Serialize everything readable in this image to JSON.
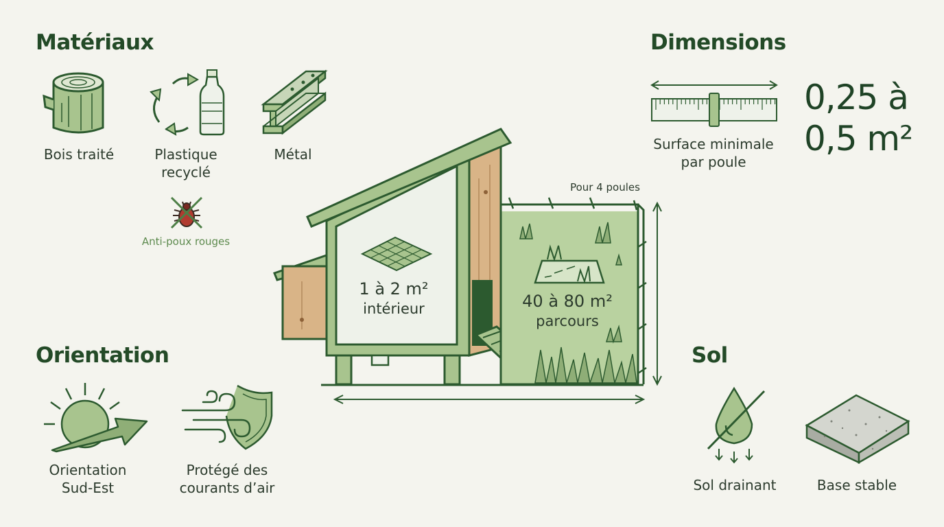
{
  "sections": {
    "materiaux": {
      "title": "Matériaux",
      "items": [
        {
          "label": "Bois traité",
          "icon": "log-icon"
        },
        {
          "label_line1": "Plastique",
          "label_line2": "recyclé",
          "icon": "recycled-bottle-icon"
        },
        {
          "label": "Métal",
          "icon": "metal-beam-icon"
        }
      ],
      "extra": {
        "label": "Anti-poux rouges",
        "icon": "no-mite-icon"
      }
    },
    "dimensions": {
      "title": "Dimensions",
      "ruler_label_line1": "Surface minimale",
      "ruler_label_line2": "par poule",
      "value_line1": "0,25 à",
      "value_line2": "0,5 m²"
    },
    "orientation": {
      "title": "Orientation",
      "items": [
        {
          "label_line1": "Orientation",
          "label_line2": "Sud-Est",
          "icon": "sun-arrow-icon"
        },
        {
          "label_line1": "Protégé des",
          "label_line2": "courants d’air",
          "icon": "wind-shield-icon"
        }
      ]
    },
    "sol": {
      "title": "Sol",
      "items": [
        {
          "label": "Sol drainant",
          "icon": "drain-drop-icon"
        },
        {
          "label": "Base stable",
          "icon": "stone-slab-icon"
        }
      ]
    }
  },
  "coop": {
    "interior_value": "1 à 2 m²",
    "interior_label": "intérieur",
    "run_value": "40 à 80 m²",
    "run_label": "parcours",
    "run_note": "Pour 4 poules"
  },
  "colors": {
    "dark_green": "#2c5a2f",
    "light_green": "#a8c48e",
    "panel": "#e8efe0",
    "wood": "#d9b487",
    "background": "#f4f4ee"
  }
}
